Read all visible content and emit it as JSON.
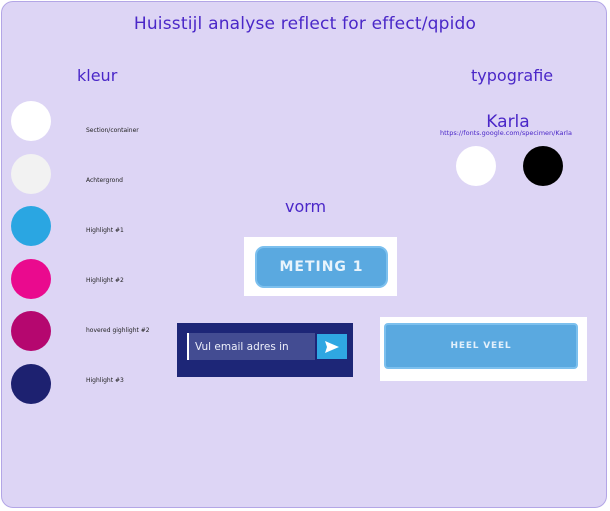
{
  "page": {
    "title": "Huisstijl analyse reflect for effect/qpido"
  },
  "sections": {
    "kleur": "kleur",
    "typografie": "typografie",
    "vorm": "vorm"
  },
  "colors": [
    {
      "hex": "#ffffff",
      "label": "Section/container"
    },
    {
      "hex": "#f2f2f2",
      "label": "Achtergrond"
    },
    {
      "hex": "#2aa6e2",
      "label": "Highlight #1"
    },
    {
      "hex": "#ea0a8e",
      "label": "Highlight #2"
    },
    {
      "hex": "#b5076f",
      "label": "hovered gighlight #2"
    },
    {
      "hex": "#1d2170",
      "label": "Highlight #3"
    }
  ],
  "typography": {
    "font_name": "Karla",
    "font_url": "https://fonts.google.com/specimen/Karla",
    "text_colors": [
      "#ffffff",
      "#000000"
    ]
  },
  "shapes": {
    "button1_label": "METING 1",
    "button2_label": "HEEL VEEL",
    "email_placeholder": "Vul email adres in",
    "send_icon": "send-arrow-icon"
  }
}
